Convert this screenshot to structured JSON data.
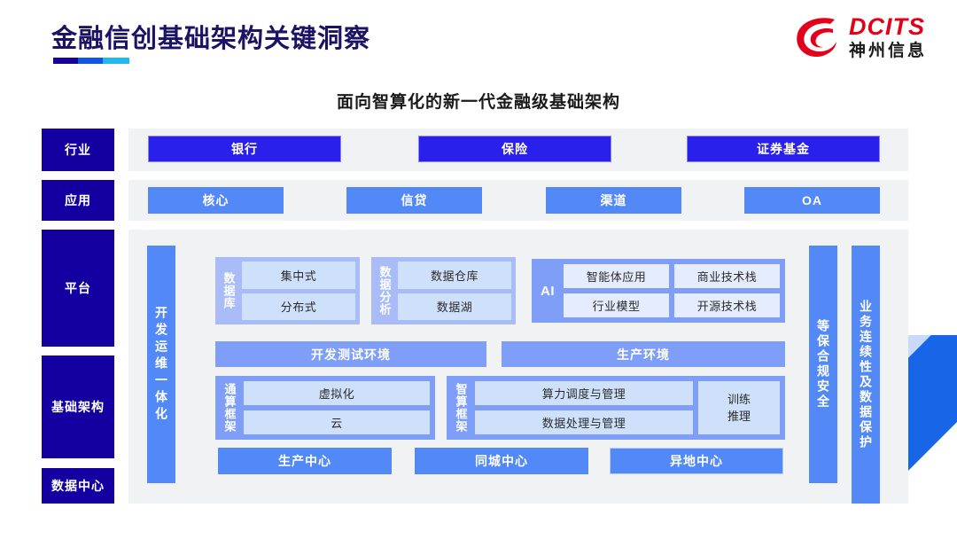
{
  "header": {
    "title": "金融信创基础架构关键洞察",
    "subtitle": "面向智算化的新一代金融级基础架构",
    "logo_en": "DCITS",
    "logo_cn": "神州信息"
  },
  "colors": {
    "title_navy": "#1b1464",
    "sidelabel_navy": "#1400a0",
    "industry_blue": "#2a20ec",
    "app_blue": "#5289f7",
    "group_blue": "#a9bcf7",
    "cell_pale": "#cfe0fb",
    "panel_grey": "#f1f2f4",
    "logo_red": "#e2001a",
    "rule_1": "#14009b",
    "rule_2": "#1057e8",
    "rule_3": "#21b8ec"
  },
  "layers": {
    "industry": "行业",
    "application": "应用",
    "platform": "平台",
    "infrastructure": "基础架构",
    "datacenter": "数据中心"
  },
  "industry_row": [
    {
      "label": "银行"
    },
    {
      "label": "保险"
    },
    {
      "label": "证券基金"
    }
  ],
  "application_row": [
    {
      "label": "核心"
    },
    {
      "label": "信贷"
    },
    {
      "label": "渠道"
    },
    {
      "label": "OA"
    }
  ],
  "devops_bar": "开发运维一体化",
  "platform_groups": [
    {
      "label": "数据库",
      "cells": [
        "集中式",
        "分布式"
      ]
    },
    {
      "label": "数据分析",
      "cells": [
        "数据仓库",
        "数据湖"
      ]
    }
  ],
  "ai_group": {
    "label": "AI",
    "cells": [
      "智能体应用",
      "商业技术栈",
      "行业模型",
      "开源技术栈"
    ]
  },
  "env_bars": [
    {
      "label": "开发测试环境"
    },
    {
      "label": "生产环境"
    }
  ],
  "frameworks": [
    {
      "label": "通算框架",
      "cells": [
        "虚拟化",
        "云"
      ],
      "side": null
    },
    {
      "label": "智算框架",
      "cells": [
        "算力调度与管理",
        "数据处理与管理"
      ],
      "side": "训练\n推理"
    }
  ],
  "framework_side_lines": [
    "训练",
    "推理"
  ],
  "datacenter_row": [
    {
      "label": "生产中心"
    },
    {
      "label": "同城中心"
    },
    {
      "label": "异地中心"
    }
  ],
  "right_bars": [
    {
      "label": "等保合规安全"
    },
    {
      "label": "业务连续性及数据保护"
    }
  ]
}
